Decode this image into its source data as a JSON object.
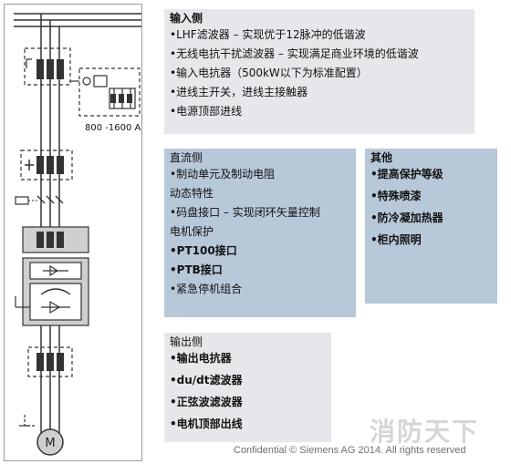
{
  "input_side": {
    "title": "输入侧",
    "items": [
      "•LHF滤波器 – 实现优于12脉冲的低谐波",
      "•无线电抗干扰滤波器 – 实现满足商业环境的低谐波",
      "•输入电抗器（500kW以下为标准配置）",
      "•进线主开关，进线主接触器",
      "•电源顶部进线"
    ]
  },
  "dc_side": {
    "title": "直流侧",
    "items": [
      "•制动单元及制动电阻",
      "动态特性",
      "•码盘接口 – 实现闭环矢量控制",
      "电机保护",
      "•PT100接口",
      "•PTB接口",
      "•紧急停机组合"
    ]
  },
  "other": {
    "title": "其他",
    "items": [
      "•提高保护等级",
      "•特殊喷漆",
      "•防冷凝加热器",
      "•柜内照明"
    ]
  },
  "output_side": {
    "title": "输出侧",
    "items": [
      "•输出电抗器",
      "•du/dt滤波器",
      "•正弦波滤波器",
      "•电机顶部出线"
    ]
  },
  "diagram": {
    "rating_label": "800 -1600 A",
    "motor_label": "M"
  },
  "footer": "Confidential © Siemens AG 2014. All rights reserved",
  "watermark": "消防天下",
  "colors": {
    "light_panel": "#e5e7ea",
    "blue_panel": "#b7c8d9",
    "component_fill": "#cfcfcf"
  }
}
